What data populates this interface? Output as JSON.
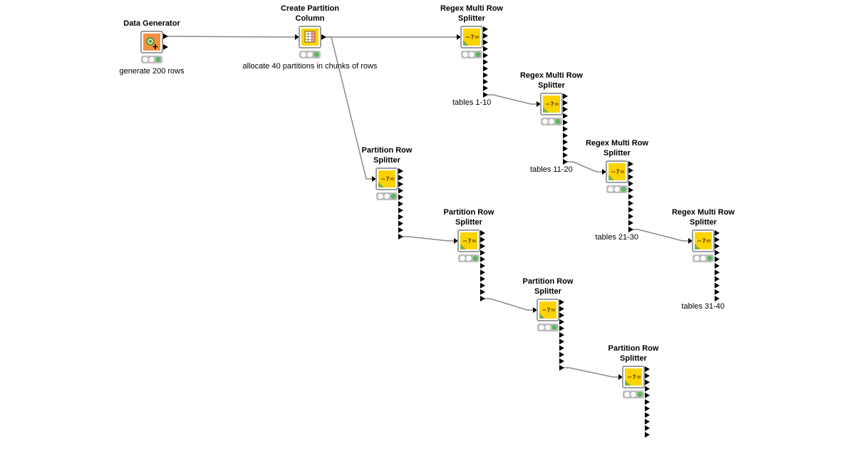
{
  "workflow": {
    "nodes": [
      {
        "id": "n1",
        "type": "source",
        "title": "Data Generator",
        "annotation": "generate 200 rows",
        "icon": "data-generator-icon",
        "out_ports": 2
      },
      {
        "id": "n2",
        "type": "manipulator",
        "title": "Create Partition Column",
        "annotation": "allocate 40 partitions in chunks of rows",
        "icon": "table-icon",
        "out_ports": 1
      },
      {
        "id": "n3",
        "type": "splitter",
        "title": "Regex Multi Row Splitter",
        "annotation": "tables 1-10",
        "icon": "regex-icon",
        "out_ports": 11
      },
      {
        "id": "n4",
        "type": "splitter",
        "title": "Regex Multi Row Splitter",
        "annotation": "tables 11-20",
        "icon": "regex-icon",
        "out_ports": 11
      },
      {
        "id": "n5",
        "type": "splitter",
        "title": "Regex Multi Row Splitter",
        "annotation": "tables 21-30",
        "icon": "regex-icon",
        "out_ports": 11
      },
      {
        "id": "n6",
        "type": "splitter",
        "title": "Regex Multi Row Splitter",
        "annotation": "tables 31-40",
        "icon": "regex-icon",
        "out_ports": 11
      },
      {
        "id": "n7",
        "type": "splitter",
        "title": "Partition Row Splitter",
        "annotation": "",
        "icon": "regex-icon",
        "out_ports": 11
      },
      {
        "id": "n8",
        "type": "splitter",
        "title": "Partition Row Splitter",
        "annotation": "",
        "icon": "regex-icon",
        "out_ports": 11
      },
      {
        "id": "n9",
        "type": "splitter",
        "title": "Partition Row Splitter",
        "annotation": "",
        "icon": "regex-icon",
        "out_ports": 11
      },
      {
        "id": "n10",
        "type": "splitter",
        "title": "Partition Row Splitter",
        "annotation": "",
        "icon": "regex-icon",
        "out_ports": 11
      }
    ],
    "connections": [
      {
        "from": "n1",
        "from_port": 0,
        "to": "n2"
      },
      {
        "from": "n2",
        "from_port": 0,
        "to": "n3"
      },
      {
        "from": "n2",
        "from_port": 0,
        "to": "n7"
      },
      {
        "from": "n3",
        "from_port": 10,
        "to": "n4"
      },
      {
        "from": "n4",
        "from_port": 10,
        "to": "n5"
      },
      {
        "from": "n5",
        "from_port": 10,
        "to": "n6"
      },
      {
        "from": "n7",
        "from_port": 10,
        "to": "n8"
      },
      {
        "from": "n8",
        "from_port": 10,
        "to": "n9"
      },
      {
        "from": "n9",
        "from_port": 10,
        "to": "n10"
      }
    ],
    "colors": {
      "source": "#f5913e",
      "manipulator": "#fbd400",
      "splitter": "#fbd400",
      "node_border": "#9e9e9e",
      "status_green": "#5bb85b",
      "status_off": "#ffffff",
      "connection": "#8a8a8a",
      "port": "#000000"
    }
  }
}
